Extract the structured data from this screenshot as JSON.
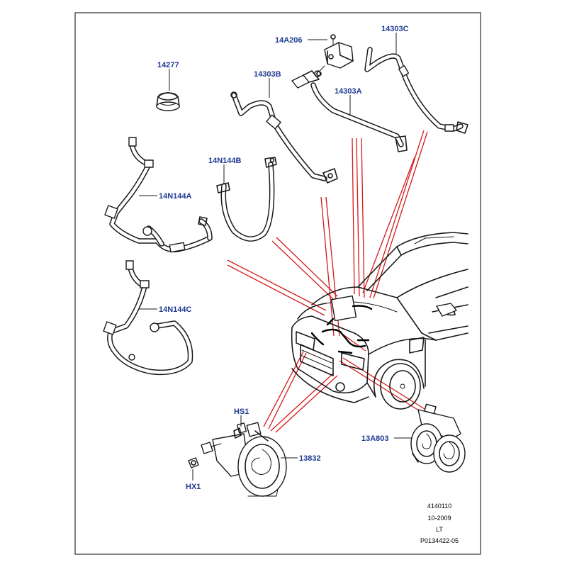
{
  "labels": {
    "p14277": "14277",
    "p14a206": "14A206",
    "p14303c": "14303C",
    "p14303b": "14303B",
    "p14303a": "14303A",
    "p14n144b": "14N144B",
    "p14n144a": "14N144A",
    "p14n144c": "14N144C",
    "hs1": "HS1",
    "p13832": "13832",
    "hx1": "HX1",
    "p13a803": "13A803"
  },
  "footer": {
    "ref": "4140110",
    "date": "10-2009",
    "code": "LT",
    "drawing": "P0134422-05"
  },
  "colors": {
    "label": "#1f3a93",
    "leader_red": "#d41a1a",
    "line": "#1a1a1a"
  }
}
